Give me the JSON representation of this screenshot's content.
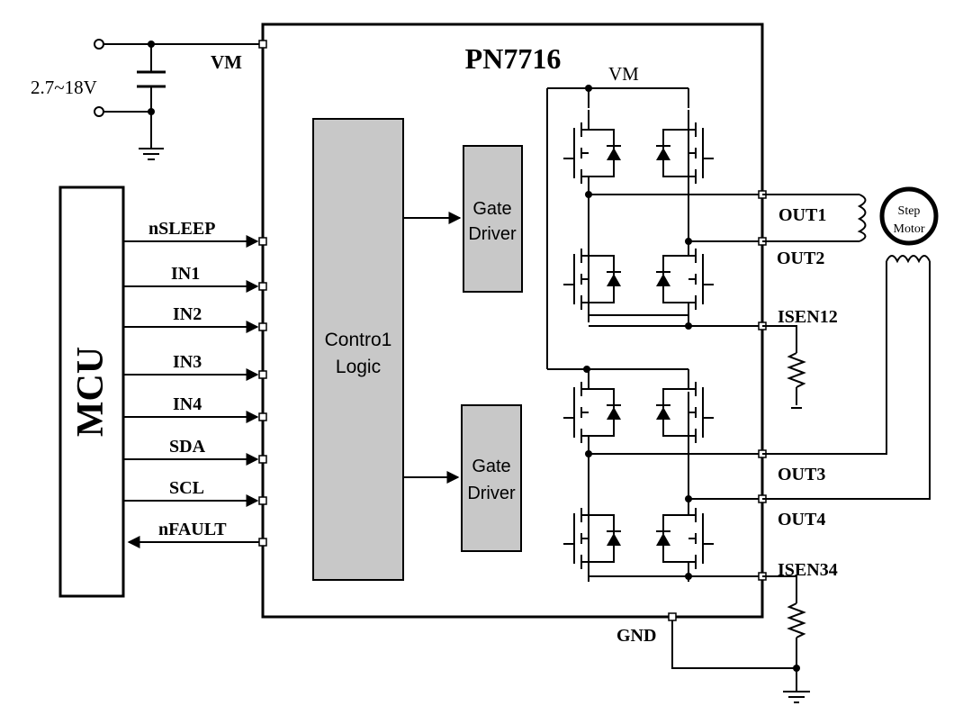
{
  "chip": {
    "name": "PN7716"
  },
  "supply": {
    "vm_label": "VM",
    "voltage_range": "2.7~18V",
    "bridge_vm_label": "VM"
  },
  "mcu": {
    "label": "MCU"
  },
  "signals": [
    {
      "name": "nSLEEP",
      "dir": "in"
    },
    {
      "name": "IN1",
      "dir": "in"
    },
    {
      "name": "IN2",
      "dir": "in"
    },
    {
      "name": "IN3",
      "dir": "in"
    },
    {
      "name": "IN4",
      "dir": "in"
    },
    {
      "name": "SDA",
      "dir": "in"
    },
    {
      "name": "SCL",
      "dir": "in"
    },
    {
      "name": "nFAULT",
      "dir": "out"
    }
  ],
  "blocks": {
    "control_logic": [
      "Contro1",
      "Logic"
    ],
    "gate_driver_top": [
      "Gate",
      "Driver"
    ],
    "gate_driver_bottom": [
      "Gate",
      "Driver"
    ]
  },
  "outputs": {
    "out1": "OUT1",
    "out2": "OUT2",
    "isen12": "ISEN12",
    "out3": "OUT3",
    "out4": "OUT4",
    "isen34": "ISEN34",
    "gnd": "GND"
  },
  "motor": {
    "line1": "Step",
    "line2": "Motor"
  },
  "colors": {
    "block_fill": "#c8c8c8",
    "line": "#000000"
  }
}
